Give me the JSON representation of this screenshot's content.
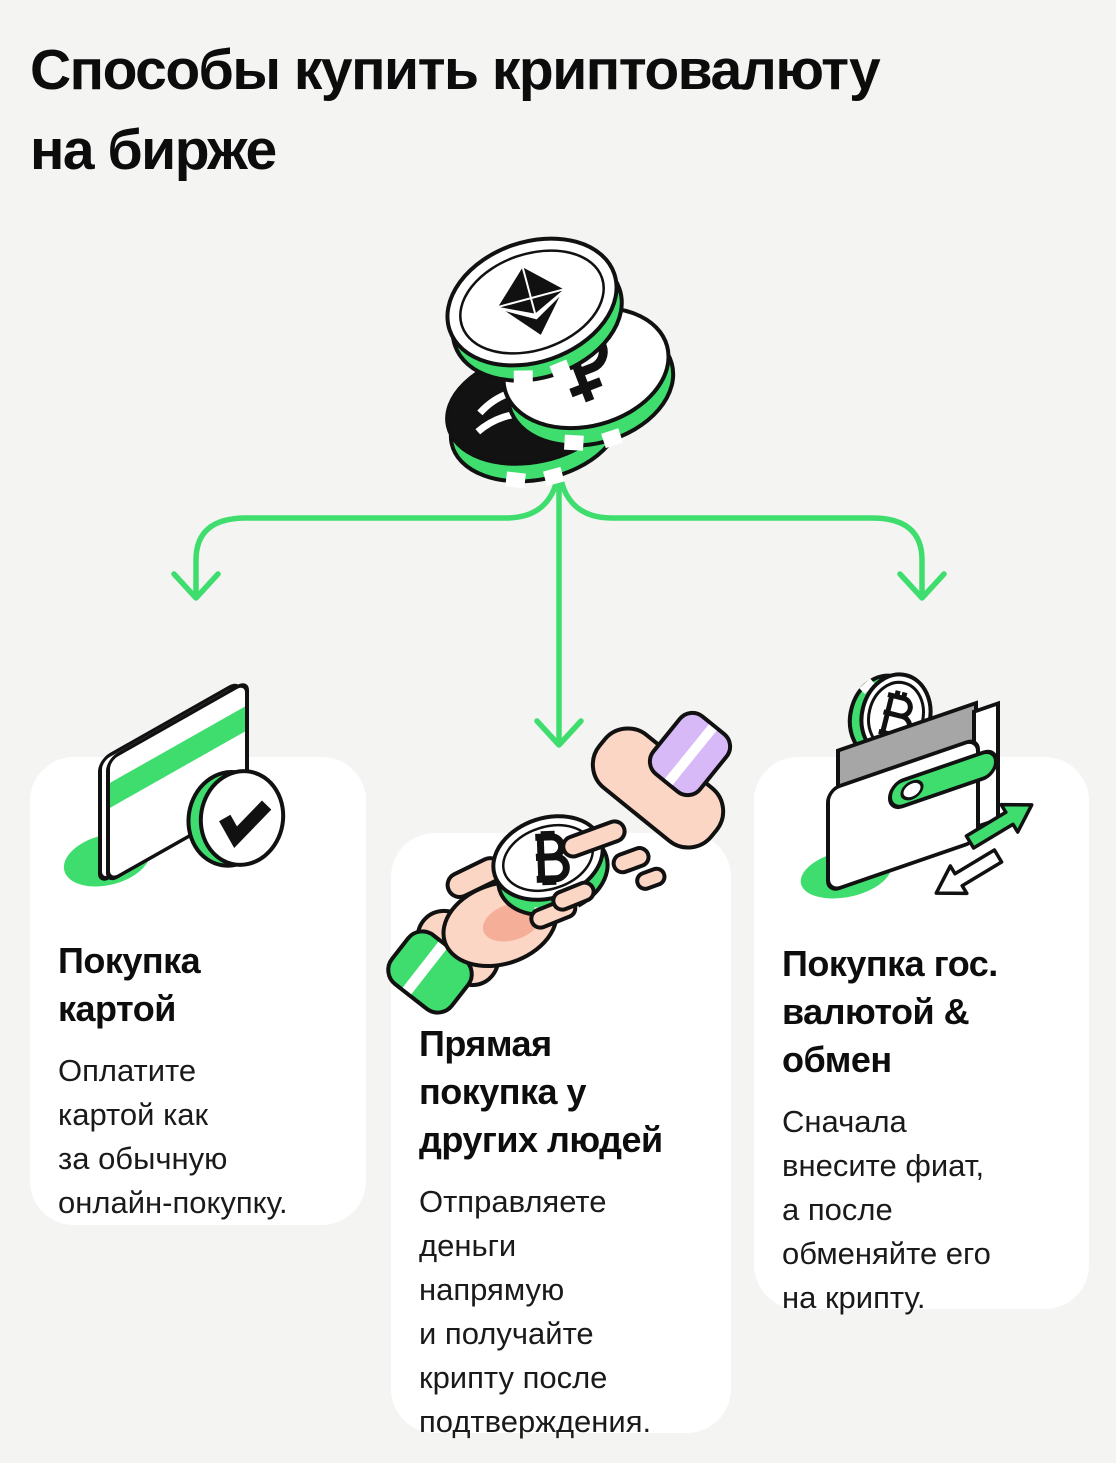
{
  "page": {
    "background_color": "#f4f4f2",
    "accent_green": "#3edd6e",
    "card_background": "#ffffff",
    "text_color": "#101010"
  },
  "header": {
    "title": "Способы купить криптовалюту\nна бирже"
  },
  "hero": {
    "icon": "crypto-coins-stack-icon",
    "coins": [
      "ethereum-coin",
      "ruble-crypto-coin",
      "black-coin"
    ]
  },
  "flow": {
    "icon": "branch-arrows-icon",
    "branches": 3
  },
  "cards": [
    {
      "icon": "card-check-icon",
      "title": "Покупка\nкартой",
      "body": "Оплатите\nкартой как\nза обычную\nонлайн-покупку."
    },
    {
      "icon": "hands-coin-exchange-icon",
      "title": "Прямая\nпокупка у\nдругих людей",
      "body": "Отправляете\nденьги\nнапрямую\nи получайте\nкрипту после\nподтверждения."
    },
    {
      "icon": "wallet-fiat-exchange-icon",
      "title": "Покупка гос.\nвалютой &\nобмен",
      "body": "Сначала\nвнесите фиат,\nа после\nобменяйте его\nна крипту."
    }
  ]
}
